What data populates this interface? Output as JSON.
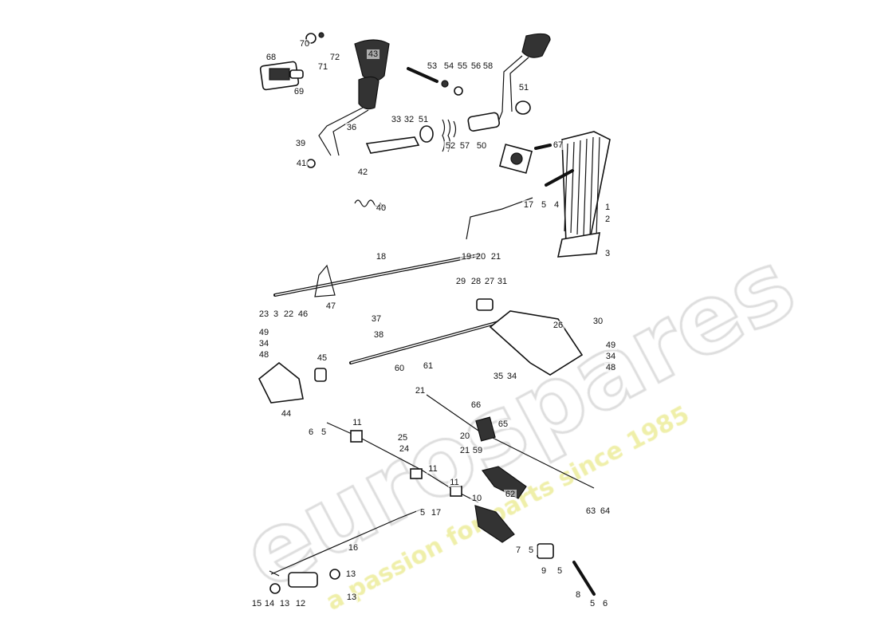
{
  "diagram": {
    "title": "Pedal assembly exploded view",
    "watermark": {
      "brand": "eurospares",
      "tagline": "a passion for parts since 1985",
      "color": "#ecec9a"
    },
    "part_labels": [
      "70",
      "72",
      "71",
      "68",
      "69",
      "43",
      "53",
      "54",
      "55",
      "56",
      "58",
      "51",
      "36",
      "33",
      "32",
      "51",
      "39",
      "52",
      "57",
      "50",
      "41",
      "42",
      "67",
      "40",
      "17",
      "5",
      "4",
      "1",
      "2",
      "3",
      "18",
      "19",
      "20",
      "21",
      "29",
      "28",
      "27",
      "31",
      "23",
      "3",
      "22",
      "46",
      "47",
      "37",
      "38",
      "30",
      "26",
      "49",
      "34",
      "48",
      "49",
      "34",
      "48",
      "45",
      "60",
      "61",
      "35",
      "34",
      "21",
      "66",
      "65",
      "44",
      "6",
      "5",
      "11",
      "25",
      "24",
      "20",
      "21",
      "59",
      "11",
      "11",
      "62",
      "10",
      "63",
      "64",
      "5",
      "17",
      "16",
      "7",
      "5",
      "9",
      "5",
      "13",
      "13",
      "8",
      "15",
      "14",
      "13",
      "12",
      "5",
      "6"
    ]
  }
}
